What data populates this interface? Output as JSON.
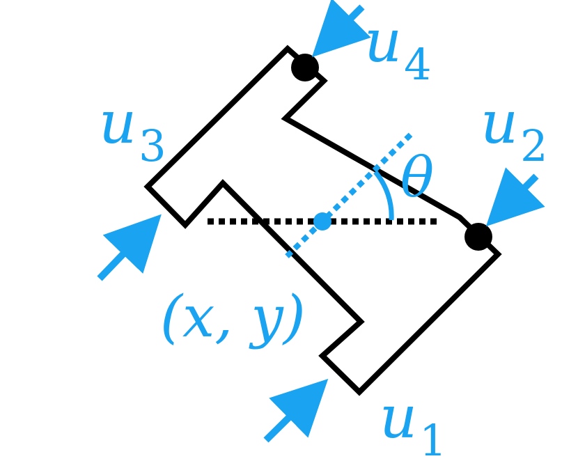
{
  "colors": {
    "accent": "#19a3f0",
    "outline": "#000000",
    "background": "#ffffff"
  },
  "labels": {
    "u1": {
      "base": "u",
      "sub": "1"
    },
    "u2": {
      "base": "u",
      "sub": "2"
    },
    "u3": {
      "base": "u",
      "sub": "3"
    },
    "u4": {
      "base": "u",
      "sub": "4"
    },
    "theta": "θ",
    "position": "(x, y)"
  }
}
